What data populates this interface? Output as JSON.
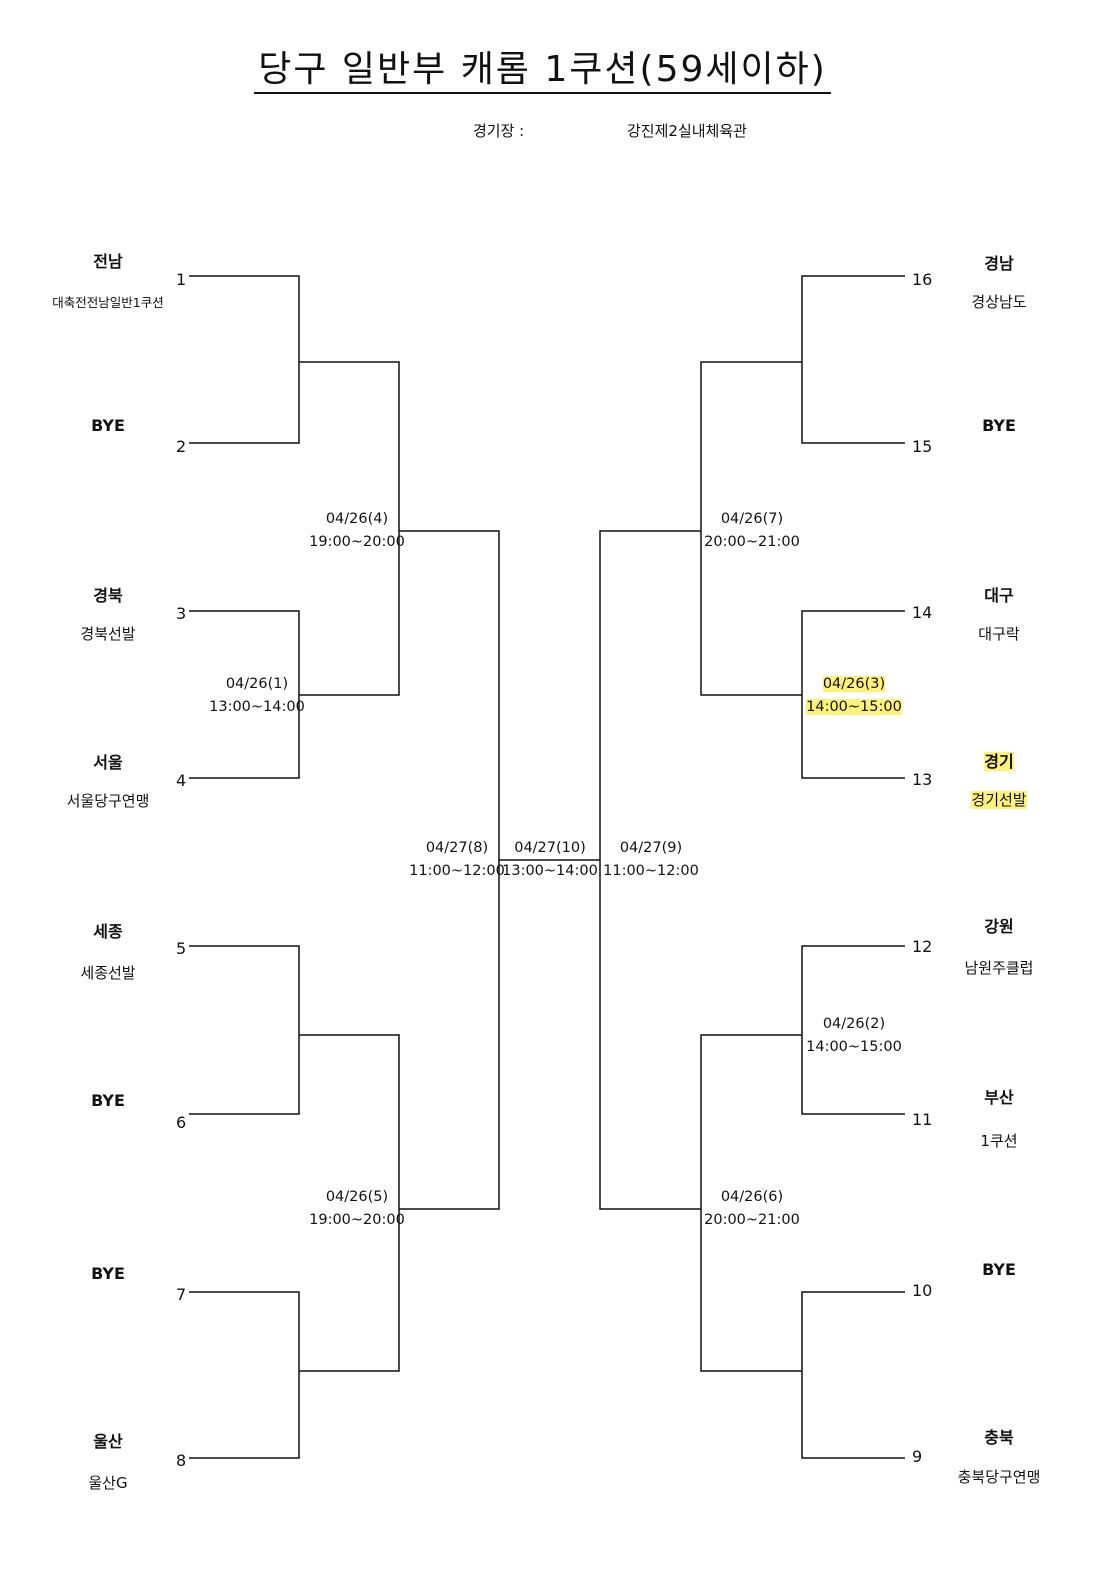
{
  "title": "당구 일반부 캐롬 1쿠션(59세이하)",
  "venue_label": "경기장 :",
  "venue_name": "강진제2실내체육관",
  "highlight_color": "#fff27a",
  "left_entries": [
    {
      "seed": "1",
      "region": "전남",
      "club": "대축전전남일반1쿠션"
    },
    {
      "seed": "2",
      "region": "BYE",
      "club": ""
    },
    {
      "seed": "3",
      "region": "경북",
      "club": "경북선발"
    },
    {
      "seed": "4",
      "region": "서울",
      "club": "서울당구연맹"
    },
    {
      "seed": "5",
      "region": "세종",
      "club": "세종선발"
    },
    {
      "seed": "6",
      "region": "BYE",
      "club": ""
    },
    {
      "seed": "7",
      "region": "BYE",
      "club": ""
    },
    {
      "seed": "8",
      "region": "울산",
      "club": "울산G"
    }
  ],
  "right_entries": [
    {
      "seed": "16",
      "region": "경남",
      "club": "경상남도"
    },
    {
      "seed": "15",
      "region": "BYE",
      "club": ""
    },
    {
      "seed": "14",
      "region": "대구",
      "club": "대구락"
    },
    {
      "seed": "13",
      "region": "경기",
      "club": "경기선발"
    },
    {
      "seed": "12",
      "region": "강원",
      "club": "남원주클럽"
    },
    {
      "seed": "11",
      "region": "부산",
      "club": "1쿠션"
    },
    {
      "seed": "10",
      "region": "BYE",
      "club": ""
    },
    {
      "seed": "9",
      "region": "충북",
      "club": "충북당구연맹"
    }
  ],
  "matches": {
    "m1": {
      "date": "04/26(1)",
      "time": "13:00~14:00"
    },
    "m2": {
      "date": "04/26(2)",
      "time": "14:00~15:00"
    },
    "m3": {
      "date": "04/26(3)",
      "time": "14:00~15:00"
    },
    "m4": {
      "date": "04/26(4)",
      "time": "19:00~20:00"
    },
    "m5": {
      "date": "04/26(5)",
      "time": "19:00~20:00"
    },
    "m6": {
      "date": "04/26(6)",
      "time": "20:00~21:00"
    },
    "m7": {
      "date": "04/26(7)",
      "time": "20:00~21:00"
    },
    "m8": {
      "date": "04/27(8)",
      "time": "11:00~12:00"
    },
    "m9": {
      "date": "04/27(9)",
      "time": "11:00~12:00"
    },
    "m10": {
      "date": "04/27(10)",
      "time": "13:00~14:00"
    }
  }
}
